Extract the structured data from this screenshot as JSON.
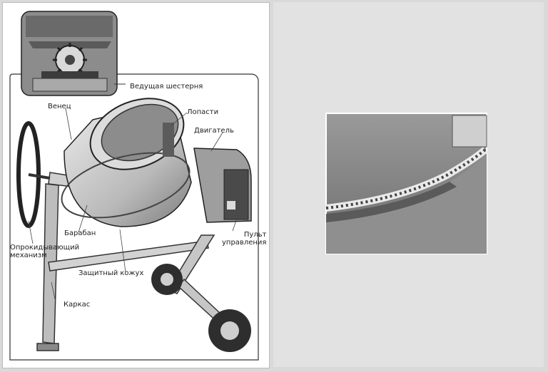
{
  "labels": {
    "drive_gear": "Ведущая шестерня",
    "crown": "Венец",
    "blades": "Лопасти",
    "motor": "Двигатель",
    "drum": "Барабан",
    "tilt_mechanism": "Опрокидывающий\nмеханизм",
    "control_panel": "Пульт\nуправления",
    "guard": "Защитный кожух",
    "frame": "Каркас"
  }
}
